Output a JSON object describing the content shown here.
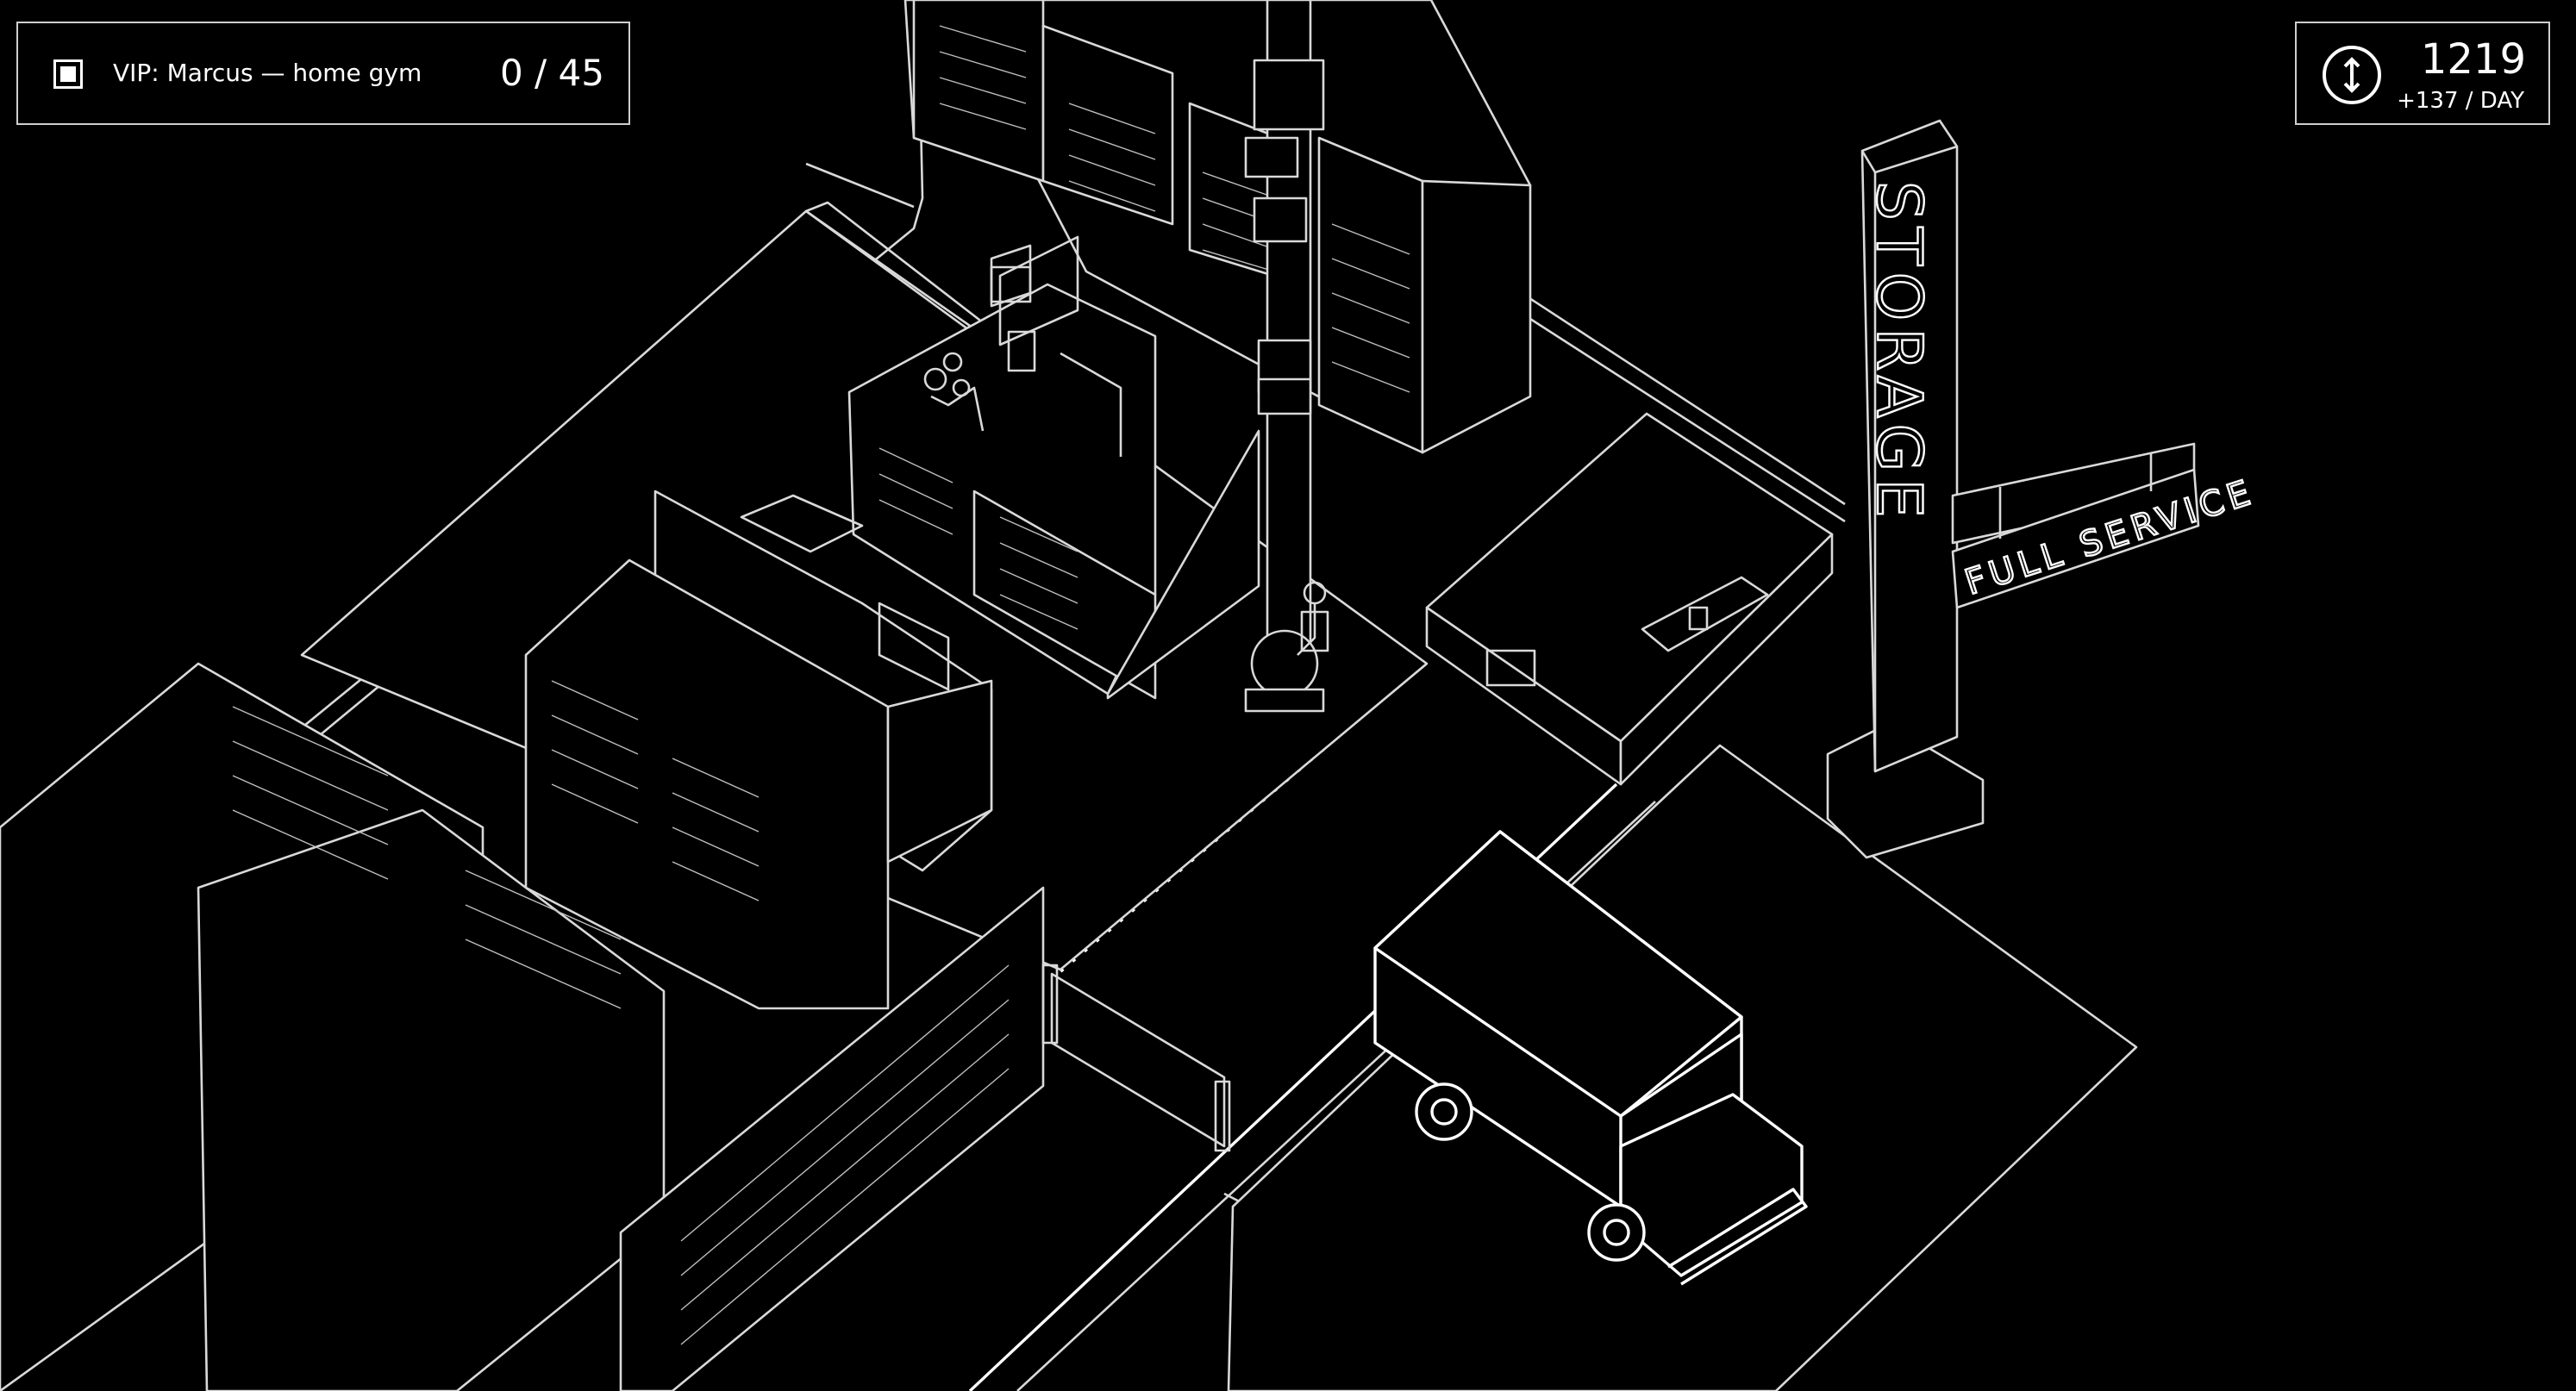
{
  "task": {
    "label": "VIP: Marcus — home gym",
    "progress": "0 / 45"
  },
  "currency": {
    "icon": "coin-icon",
    "amount": "1219",
    "rate": "+137 / DAY"
  },
  "signs": {
    "tower_text": "STORAGE",
    "banner_text": "FULL SERVICE"
  },
  "colors": {
    "background": "#000000",
    "line": "#ffffff"
  }
}
